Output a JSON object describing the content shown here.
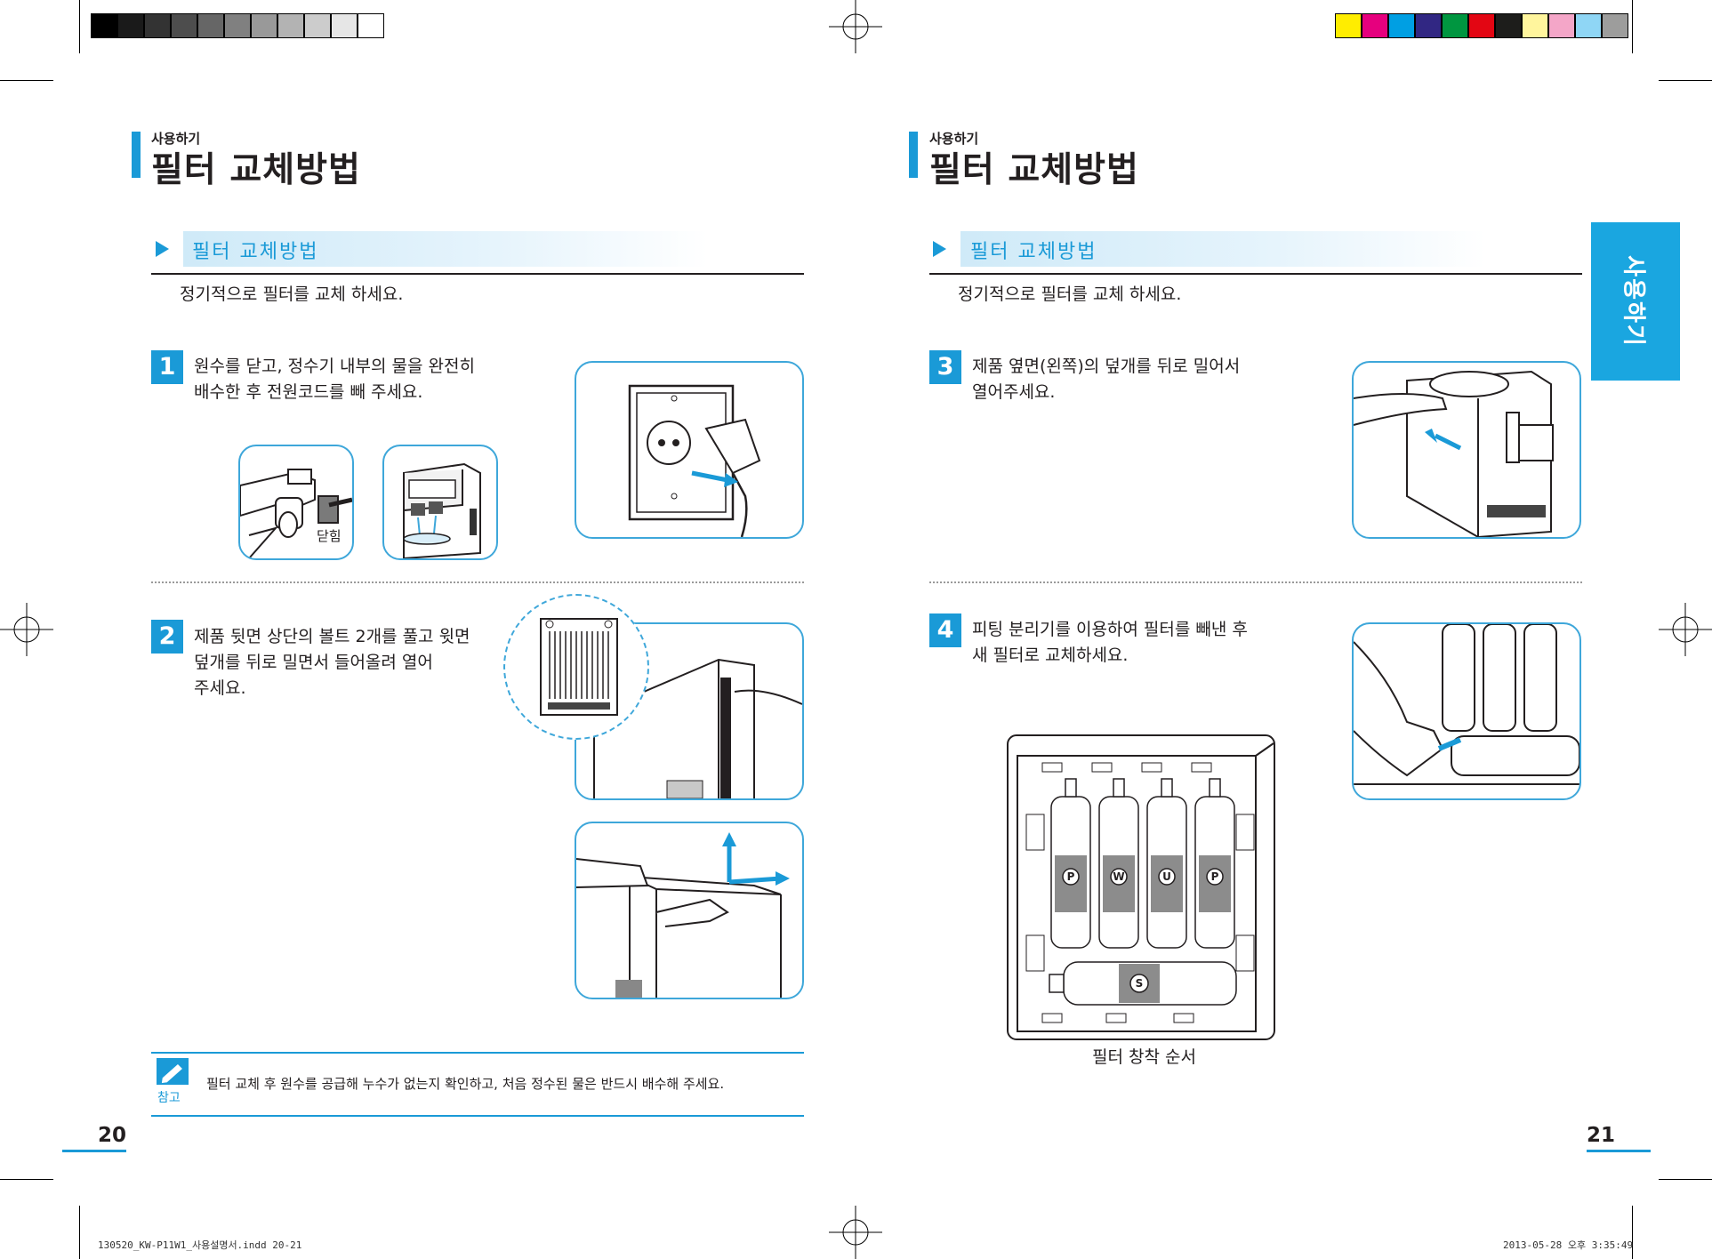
{
  "left_page": {
    "kicker": "사용하기",
    "title": "필터 교체방법",
    "subsection": "필터 교체방법",
    "intro": "정기적으로 필터를 교체 하세요.",
    "step1": {
      "number": "1",
      "line1": "원수를 닫고, 정수기 내부의 물을 완전히",
      "line2": "배수한 후 전원코드를 빼 주세요."
    },
    "valve_label": "닫힘",
    "step2": {
      "number": "2",
      "line1": "제품 뒷면 상단의 볼트 2개를 풀고 윗면",
      "line2": "덮개를 뒤로 밀면서 들어올려 열어",
      "line3": "주세요."
    },
    "note": {
      "label": "참고",
      "text": "필터 교체 후 원수를 공급해 누수가 없는지 확인하고, 처음 정수된 물은 반드시 배수해 주세요."
    },
    "page_number": "20"
  },
  "right_page": {
    "kicker": "사용하기",
    "title": "필터 교체방법",
    "subsection": "필터 교체방법",
    "intro": "정기적으로 필터를 교체 하세요.",
    "step3": {
      "number": "3",
      "line1": "제품 옆면(왼쪽)의 덮개를 뒤로 밀어서",
      "line2": "열어주세요."
    },
    "step4": {
      "number": "4",
      "line1": "피팅 분리기를 이용하여 필터를 빼낸 후",
      "line2": "새 필터로 교체하세요."
    },
    "filter_letters": [
      "P",
      "W",
      "U",
      "P"
    ],
    "bottom_filter_letter": "S",
    "diagram_caption": "필터 창착 순서",
    "side_tab": "사용하기",
    "page_number": "21"
  },
  "slug": {
    "file": "130520_KW-P11W1_사용설명서.indd   20-21",
    "date": "2013-05-28   오후 3:35:49"
  },
  "colors": {
    "accent": "#1a9ad7",
    "frame": "#3ea7da",
    "gray_bar": [
      "#000000",
      "#1a1a1a",
      "#333333",
      "#4d4d4d",
      "#666666",
      "#808080",
      "#999999",
      "#b3b3b3",
      "#cccccc",
      "#e6e6e6",
      "#ffffff"
    ],
    "color_bar": [
      "#ffed00",
      "#e6007e",
      "#009fe3",
      "#312783",
      "#009640",
      "#e30613",
      "#1d1d1b",
      "#fff59d",
      "#f4a6c8",
      "#8fd6f5",
      "#9d9d9c"
    ]
  }
}
